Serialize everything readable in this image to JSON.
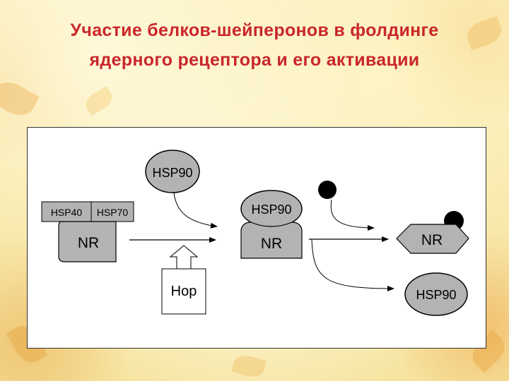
{
  "slide": {
    "title_line1": "Участие белков-шейперонов в фолдинге",
    "title_line2": "ядерного рецептора и его активации"
  },
  "diagram": {
    "hsp90_top": "HSP90",
    "hsp40": "HSP40",
    "hsp70": "HSP70",
    "nr_left": "NR",
    "hop": "Hop",
    "hsp90_mid": "HSP90",
    "nr_mid": "NR",
    "nr_right": "NR",
    "hsp90_right": "HSP90"
  },
  "colors": {
    "title": "#c9262b",
    "protein_fill": "#b3b3b3",
    "ligand": "#000000"
  }
}
